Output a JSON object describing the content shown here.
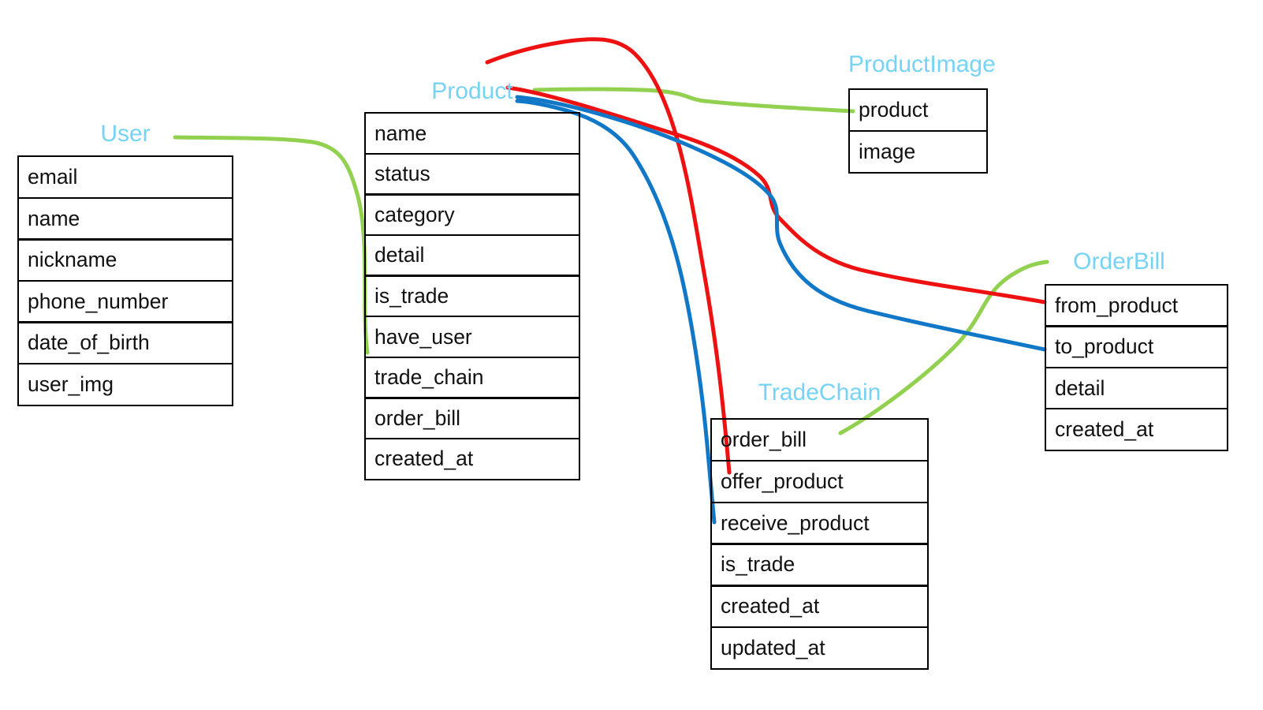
{
  "colors": {
    "table_title": "#76d3f5",
    "arrow_green": "#92d050",
    "arrow_red": "#ee1111",
    "arrow_blue": "#1178c8",
    "table_border": "#000000",
    "field_text": "#111111",
    "background": "#ffffff"
  },
  "tables": {
    "user": {
      "title": "User",
      "fields": [
        "email",
        "name",
        "nickname",
        "phone_number",
        "date_of_birth",
        "user_img"
      ]
    },
    "product": {
      "title": "Product",
      "fields": [
        "name",
        "status",
        "category",
        "detail",
        "is_trade",
        "have_user",
        "trade_chain",
        "order_bill",
        "created_at"
      ]
    },
    "product_image": {
      "title": "ProductImage",
      "fields": [
        "product",
        "image"
      ]
    },
    "trade_chain": {
      "title": "TradeChain",
      "fields": [
        "order_bill",
        "offer_product",
        "receive_product",
        "is_trade",
        "created_at",
        "updated_at"
      ]
    },
    "order_bill": {
      "title": "OrderBill",
      "fields": [
        "from_product",
        "to_product",
        "detail",
        "created_at"
      ]
    }
  },
  "connections": [
    {
      "from": "Product.have_user",
      "to": "User",
      "color": "green"
    },
    {
      "from": "ProductImage.product",
      "to": "Product",
      "color": "green"
    },
    {
      "from": "TradeChain.order_bill",
      "to": "OrderBill",
      "color": "green"
    },
    {
      "from": "TradeChain.offer_product",
      "to": "Product",
      "color": "red"
    },
    {
      "from": "OrderBill.from_product",
      "to": "Product",
      "color": "red"
    },
    {
      "from": "TradeChain.receive_product",
      "to": "Product",
      "color": "blue"
    },
    {
      "from": "OrderBill.to_product",
      "to": "Product",
      "color": "blue"
    }
  ]
}
